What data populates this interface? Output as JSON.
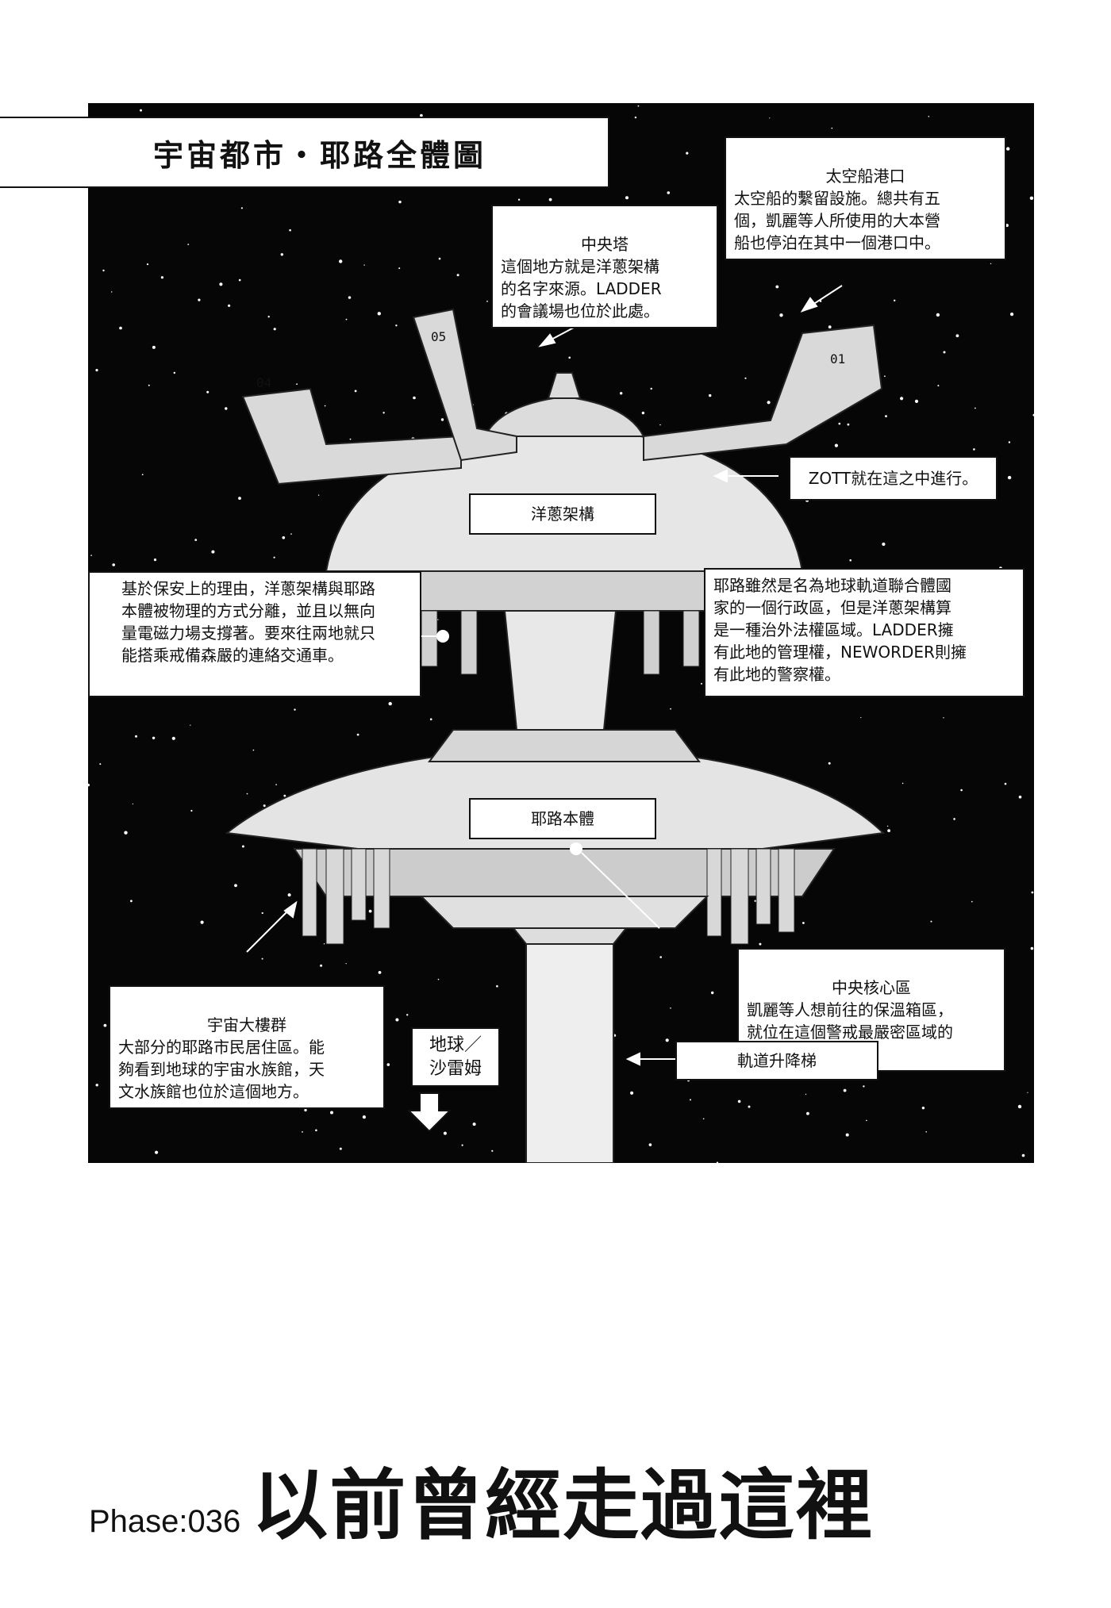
{
  "page_title": "宇宙都市・耶路全體圖",
  "callouts": {
    "port": {
      "title": "太空船港口",
      "body": "太空船的繫留設施。總共有五\n個，凱麗等人所使用的大本營\n船也停泊在其中一個港口中。"
    },
    "tower": {
      "title": "中央塔",
      "body": "這個地方就是洋蔥架構\n的名字來源。LADDER\n的會議場也位於此處。"
    },
    "zott": {
      "body": "ZOTT就在這之中進行。"
    },
    "onion": {
      "body": "洋蔥架構"
    },
    "security": {
      "body": "基於保安上的理由，洋蔥架構與耶路\n本體被物理的方式分離，並且以無向\n量電磁力場支撐著。要來往兩地就只\n能搭乘戒備森嚴的連絡交通車。"
    },
    "governance": {
      "body": "耶路雖然是名為地球軌道聯合體國\n家的一個行政區，但是洋蔥架構算\n是一種治外法權區域。LADDER擁\n有此地的管理權，NEWORDER則擁\n有此地的警察權。"
    },
    "main_body": {
      "body": "耶路本體"
    },
    "core": {
      "title": "中央核心區",
      "body": "凱麗等人想前往的保溫箱區，\n就位在這個警戒最嚴密區域的\n深處。"
    },
    "buildings": {
      "title": "宇宙大樓群",
      "body": "大部分的耶路市民居住區。能\n夠看到地球的宇宙水族館，天\n文水族館也位於這個地方。"
    },
    "earth": {
      "body": "地球／\n沙雷姆"
    },
    "elevator": {
      "body": "軌道升降梯"
    }
  },
  "port_numbers": [
    "04",
    "05",
    "01"
  ],
  "chapter": {
    "phase": "Phase:036",
    "title": "以前曾經走過這裡"
  }
}
